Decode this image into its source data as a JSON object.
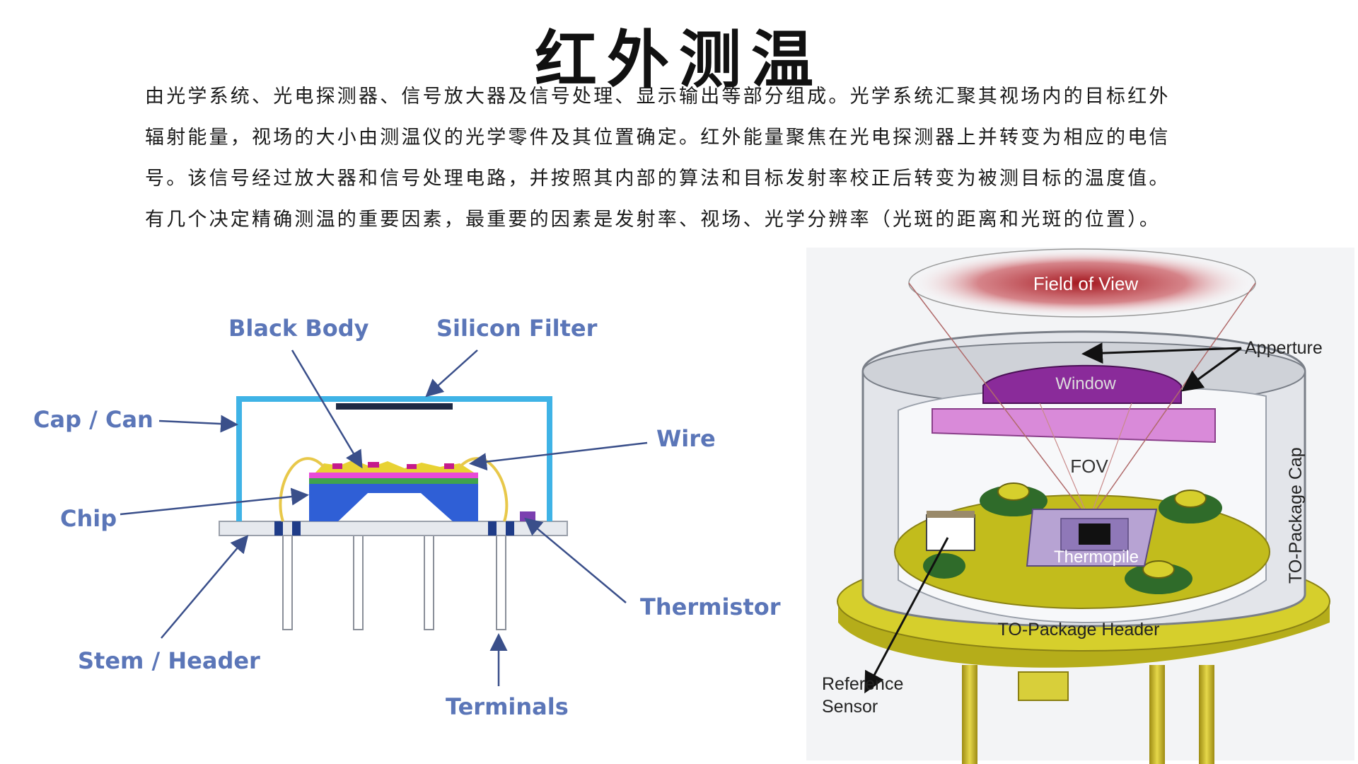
{
  "title": "红外测温",
  "intro": [
    "由光学系统、光电探测器、信号放大器及信号处理、显示输出等部分组成。光学系统汇聚其视场内的目标红外",
    "辐射能量，视场的大小由测温仪的光学零件及其位置确定。红外能量聚焦在光电探测器上并转变为相应的电信",
    "号。该信号经过放大器和信号处理电路，并按照其内部的算法和目标发射率校正后转变为被测目标的温度值。",
    "有几个决定精确测温的重要因素，最重要的因素是发射率、视场、光学分辨率（光斑的距离和光斑的位置）。"
  ],
  "left_diagram": {
    "labels": {
      "black_body": "Black Body",
      "silicon_filter": "Silicon Filter",
      "cap_can": "Cap / Can",
      "wire": "Wire",
      "chip": "Chip",
      "thermistor": "Thermistor",
      "stem_header": "Stem / Header",
      "terminals": "Terminals"
    },
    "colors": {
      "label": "#5b76b8",
      "cap": "#3fb3e6",
      "chip_base": "#2f5fd6",
      "wire": "#e8c84a"
    }
  },
  "right_diagram": {
    "labels": {
      "field_of_view": "Field of View",
      "apperture": "Apperture",
      "window": "Window",
      "fov": "FOV",
      "thermopile": "Thermopile",
      "cap": "TO-Package Cap",
      "header": "TO-Package Header",
      "reference_sensor_1": "Reference",
      "reference_sensor_2": "Sensor"
    },
    "colors": {
      "header": "#c8c21e",
      "window": "#8a2b9a",
      "filter": "#d98ad9",
      "fov_glow": "#a3141c"
    }
  }
}
